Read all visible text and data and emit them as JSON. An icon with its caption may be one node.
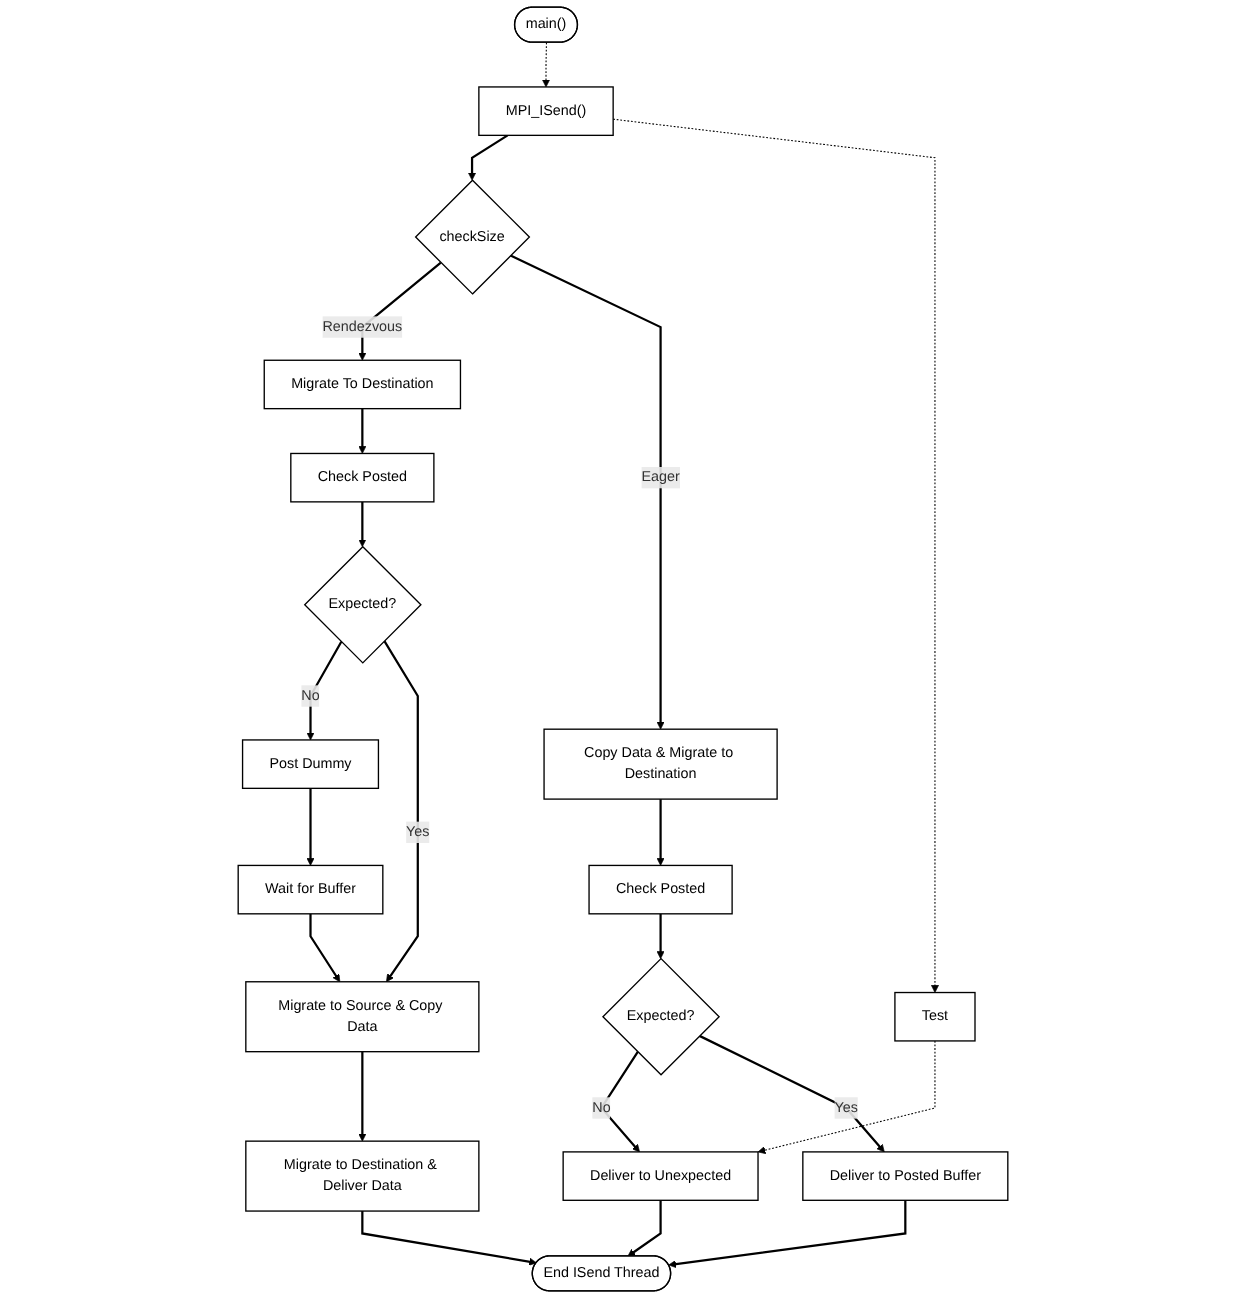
{
  "diagram": {
    "nodes": [
      {
        "text": [
          "main()"
        ]
      },
      {
        "text": [
          "MPI_ISend()"
        ]
      },
      {
        "text": [
          "checkSize"
        ]
      },
      {
        "text": [
          "Migrate To Destination"
        ]
      },
      {
        "text": [
          "Copy Data & Migrate to Destination"
        ]
      },
      {
        "text": [
          "Check Posted"
        ]
      },
      {
        "text": [
          "Check Posted"
        ]
      },
      {
        "text": [
          "Post Dummy"
        ]
      },
      {
        "text": [
          "Expected?"
        ]
      },
      {
        "text": [
          "Test"
        ]
      },
      {
        "text": [
          "Wait for Buffer"
        ]
      },
      {
        "text": [
          "Expected?"
        ]
      },
      {
        "text": [
          "Migrate to Source & Copy Data"
        ]
      },
      {
        "text": [
          "Deliver to Unexpected"
        ]
      },
      {
        "text": [
          "Deliver to Posted Buffer"
        ]
      },
      {
        "text": [
          "Migrate to Destination & Deliver Data"
        ]
      },
      {
        "text": [
          "End ISend Thread"
        ]
      }
    ],
    "edges": [
      {
        "from": 0,
        "to": 1,
        "arrow": "to",
        "style": "dashed"
      },
      {
        "from": 1,
        "to": 2,
        "arrow": "to"
      },
      {
        "from": 2,
        "to": 3,
        "arrow": "to",
        "label": "Rendezvous"
      },
      {
        "from": 2,
        "to": 4,
        "arrow": "to",
        "label": "Eager"
      },
      {
        "from": 4,
        "to": 6,
        "arrow": "to"
      },
      {
        "from": 3,
        "to": 5,
        "arrow": "to"
      },
      {
        "from": 5,
        "to": 8,
        "arrow": "to"
      },
      {
        "from": 8,
        "to": 7,
        "arrow": "to",
        "label": "No"
      },
      {
        "from": 7,
        "to": 10,
        "arrow": "to"
      },
      {
        "from": 8,
        "to": 12,
        "arrow": "to",
        "label": "Yes"
      },
      {
        "from": 10,
        "to": 12,
        "arrow": "to"
      },
      {
        "from": 6,
        "to": 11,
        "arrow": "to"
      },
      {
        "from": 11,
        "to": 13,
        "arrow": "to",
        "label": "No"
      },
      {
        "from": 11,
        "to": 14,
        "arrow": "to",
        "label": "Yes"
      },
      {
        "from": 1,
        "to": 9,
        "arrow": "to",
        "style": "dashed"
      },
      {
        "from": 9,
        "to": 13,
        "arrow": "to",
        "style": "dashed"
      },
      {
        "from": 12,
        "to": 15,
        "arrow": "to"
      },
      {
        "from": 15,
        "to": 16,
        "arrow": "to"
      },
      {
        "from": 13,
        "to": 16,
        "arrow": "to"
      },
      {
        "from": 14,
        "to": 16,
        "arrow": "to"
      }
    ]
  }
}
